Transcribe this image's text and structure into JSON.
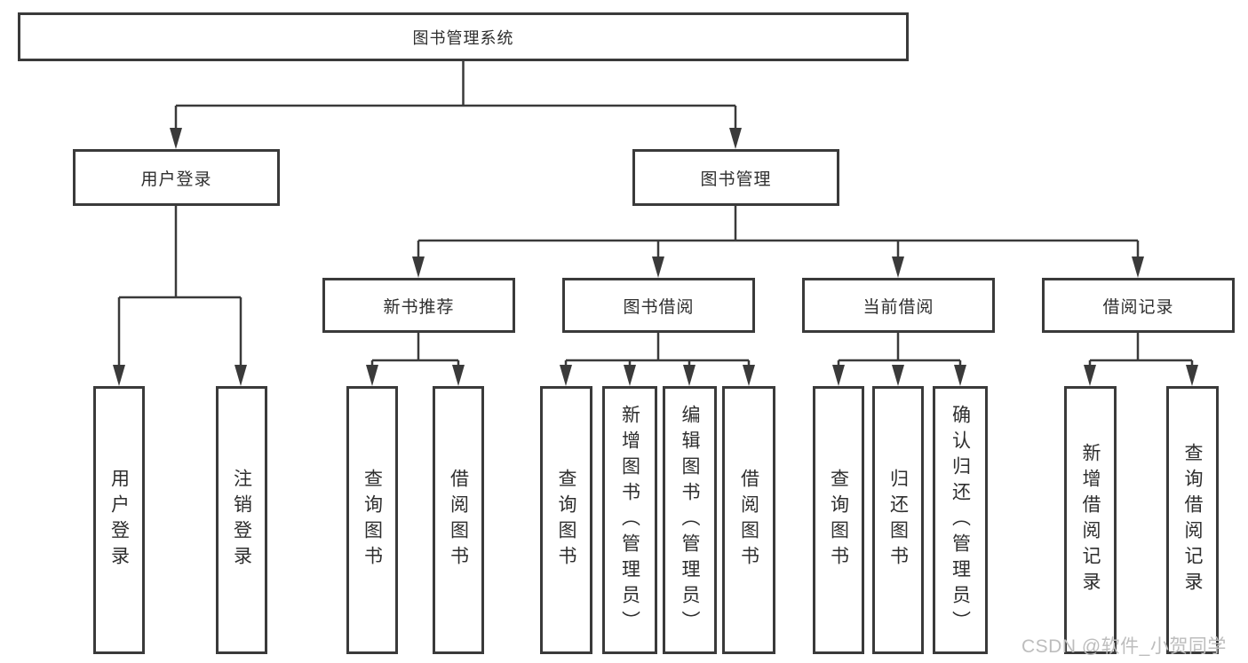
{
  "tree": {
    "root": {
      "label": "图书管理系统"
    },
    "branches": [
      {
        "label": "用户登录",
        "children": [
          {
            "label": "用户登录"
          },
          {
            "label": "注销登录"
          }
        ]
      },
      {
        "label": "图书管理",
        "children": [
          {
            "label": "新书推荐",
            "children": [
              {
                "label": "查询图书"
              },
              {
                "label": "借阅图书"
              }
            ]
          },
          {
            "label": "图书借阅",
            "children": [
              {
                "label": "查询图书"
              },
              {
                "label": "新增图书（管理员）"
              },
              {
                "label": "编辑图书（管理员）"
              },
              {
                "label": "借阅图书"
              }
            ]
          },
          {
            "label": "当前借阅",
            "children": [
              {
                "label": "查询图书"
              },
              {
                "label": "归还图书"
              },
              {
                "label": "确认归还（管理员）"
              }
            ]
          },
          {
            "label": "借阅记录",
            "children": [
              {
                "label": "新增借阅记录"
              },
              {
                "label": "查询借阅记录"
              }
            ]
          }
        ]
      }
    ]
  },
  "watermark": {
    "text": "CSDN @软件_小贺同学",
    "color": "#bdbdbd"
  },
  "colors": {
    "line": "#3a3a3a",
    "box_border": "#3a3a3a",
    "text": "#2e2e2e",
    "background": "#ffffff"
  }
}
